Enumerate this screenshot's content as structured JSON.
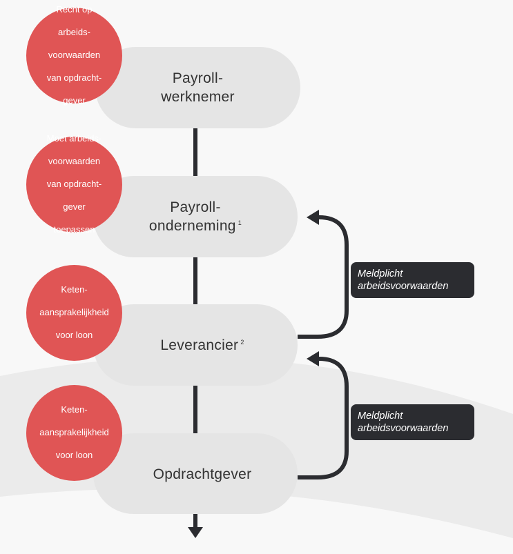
{
  "nodes": [
    {
      "id": "payroll-werknemer",
      "label_line1": "Payroll-",
      "label_line2": "werknemer",
      "footnote": "",
      "circle_text": "Recht op arbeids-voorwaarden van opdracht-gever"
    },
    {
      "id": "payroll-onderneming",
      "label_line1": "Payroll-",
      "label_line2": "onderneming",
      "footnote": "1",
      "circle_text": "Moet arbeids-voorwaarden van opdracht-gever toepassen"
    },
    {
      "id": "leverancier",
      "label_line1": "Leverancier",
      "label_line2": "",
      "footnote": "2",
      "circle_text": "Keten-aansprakelijkheid voor loon"
    },
    {
      "id": "opdrachtgever",
      "label_line1": "Opdrachtgever",
      "label_line2": "",
      "footnote": "",
      "circle_text": "Keten-aansprakelijkheid voor loon"
    }
  ],
  "circles": {
    "c1": [
      "Recht op",
      "arbeids-",
      "voorwaarden",
      "van opdracht-",
      "gever"
    ],
    "c2": [
      "Moet arbeids-",
      "voorwaarden",
      "van opdracht-",
      "gever",
      "toepassen"
    ],
    "c3": [
      "Keten-",
      "aansprakelijkheid",
      "voor loon"
    ],
    "c4": [
      "Keten-",
      "aansprakelijkheid",
      "voor loon"
    ]
  },
  "notes": [
    {
      "line1": "Meldplicht",
      "line2": "arbeidsvoorwaarden"
    },
    {
      "line1": "Meldplicht",
      "line2": "arbeidsvoorwaarden"
    }
  ],
  "colors": {
    "circle": "#e05555",
    "pill": "#e5e5e5",
    "note": "#2b2c30",
    "line": "#2b2c30"
  }
}
